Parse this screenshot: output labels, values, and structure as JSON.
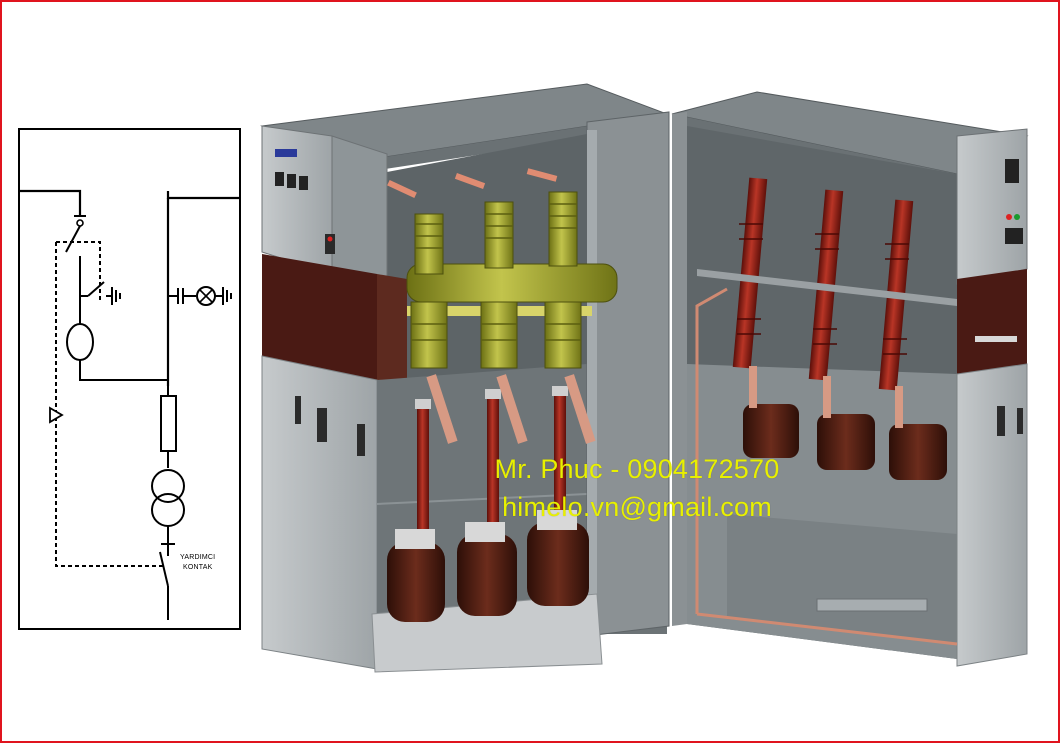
{
  "diagram": {
    "auxiliary_contact_line1": "YARDIMCI",
    "auxiliary_contact_line2": "KONTAK"
  },
  "watermark": {
    "line1": "Mr. Phuc - 0904172570",
    "line2": "himelo.vn@gmail.com"
  },
  "colors": {
    "frame_border": "#e0141e",
    "watermark_text": "#e8f000",
    "panel_gray": "#8c9396",
    "insulator_green": "#a3a82a",
    "insulator_red": "#8e1d16",
    "transformer_brown": "#5a2418",
    "copper": "#d08a72"
  }
}
